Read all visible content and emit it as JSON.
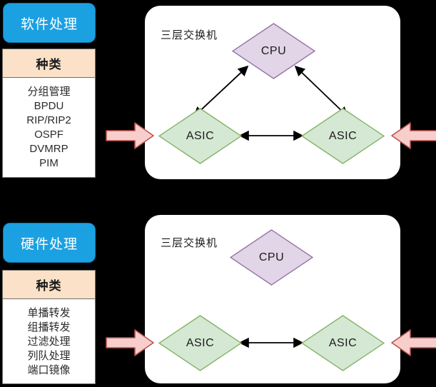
{
  "colors": {
    "background": "#000000",
    "pill_fill": "#1ba1e2",
    "pill_text": "#ffffff",
    "legend_header_fill": "#fae1c8",
    "legend_border": "#6f6f6f",
    "panel_fill": "#ffffff",
    "cpu_fill": "#e1d5e7",
    "cpu_stroke": "#9673a6",
    "asic_fill": "#d5e8d4",
    "asic_stroke": "#82b366",
    "block_arrow_fill": "#f8cecc",
    "block_arrow_stroke": "#b85450",
    "connector": "#000000"
  },
  "sections": [
    {
      "id": "software",
      "pill": {
        "label": "软件处理"
      },
      "legend": {
        "header": "种类",
        "items": [
          "分组管理",
          "BPDU",
          "RIP/RIP2",
          "OSPF",
          "DVMRP",
          "PIM"
        ]
      },
      "panel": {
        "title": "三层交换机",
        "cpu": {
          "label": "CPU"
        },
        "asic_left": {
          "label": "ASIC"
        },
        "asic_right": {
          "label": "ASIC"
        },
        "connectors": [
          "asic-left-to-cpu",
          "asic-right-to-cpu",
          "asic-left-to-asic-right"
        ]
      },
      "arrows": {
        "left": {
          "direction": "right",
          "name": "ingress-arrow-left"
        },
        "right": {
          "direction": "left",
          "name": "ingress-arrow-right"
        }
      }
    },
    {
      "id": "hardware",
      "pill": {
        "label": "硬件处理"
      },
      "legend": {
        "header": "种类",
        "items": [
          "单播转发",
          "组播转发",
          "过滤处理",
          "列队处理",
          "端口镜像"
        ]
      },
      "panel": {
        "title": "三层交换机",
        "cpu": {
          "label": "CPU"
        },
        "asic_left": {
          "label": "ASIC"
        },
        "asic_right": {
          "label": "ASIC"
        },
        "connectors": [
          "asic-left-to-asic-right"
        ]
      },
      "arrows": {
        "left": {
          "direction": "right",
          "name": "ingress-arrow-left"
        },
        "right": {
          "direction": "left",
          "name": "ingress-arrow-right"
        }
      }
    }
  ]
}
